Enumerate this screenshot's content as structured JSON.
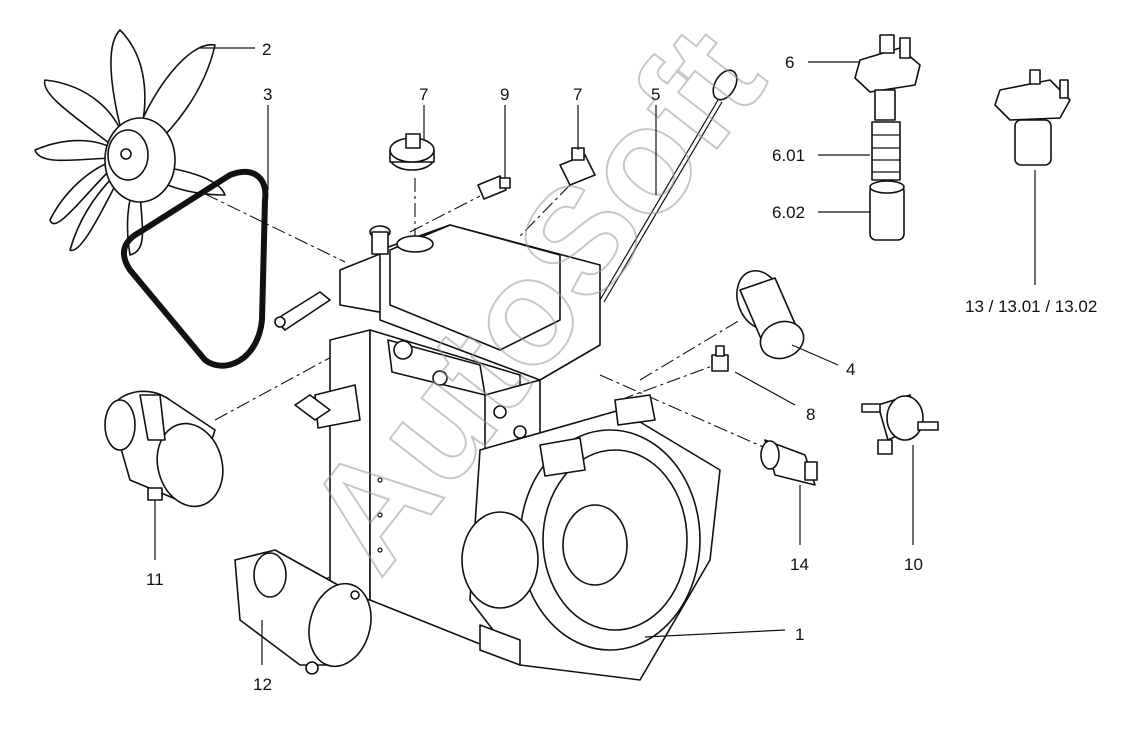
{
  "watermark": "AutoSoft",
  "callouts": [
    {
      "id": "1",
      "label": "1"
    },
    {
      "id": "2",
      "label": "2"
    },
    {
      "id": "3",
      "label": "3"
    },
    {
      "id": "4",
      "label": "4"
    },
    {
      "id": "5",
      "label": "5"
    },
    {
      "id": "6",
      "label": "6"
    },
    {
      "id": "6.01",
      "label": "6.01"
    },
    {
      "id": "6.02",
      "label": "6.02"
    },
    {
      "id": "7a",
      "label": "7"
    },
    {
      "id": "7b",
      "label": "7"
    },
    {
      "id": "8",
      "label": "8"
    },
    {
      "id": "9",
      "label": "9"
    },
    {
      "id": "10",
      "label": "10"
    },
    {
      "id": "11",
      "label": "11"
    },
    {
      "id": "12",
      "label": "12"
    },
    {
      "id": "13",
      "label": "13 / 13.01 / 13.02"
    },
    {
      "id": "14",
      "label": "14"
    }
  ]
}
